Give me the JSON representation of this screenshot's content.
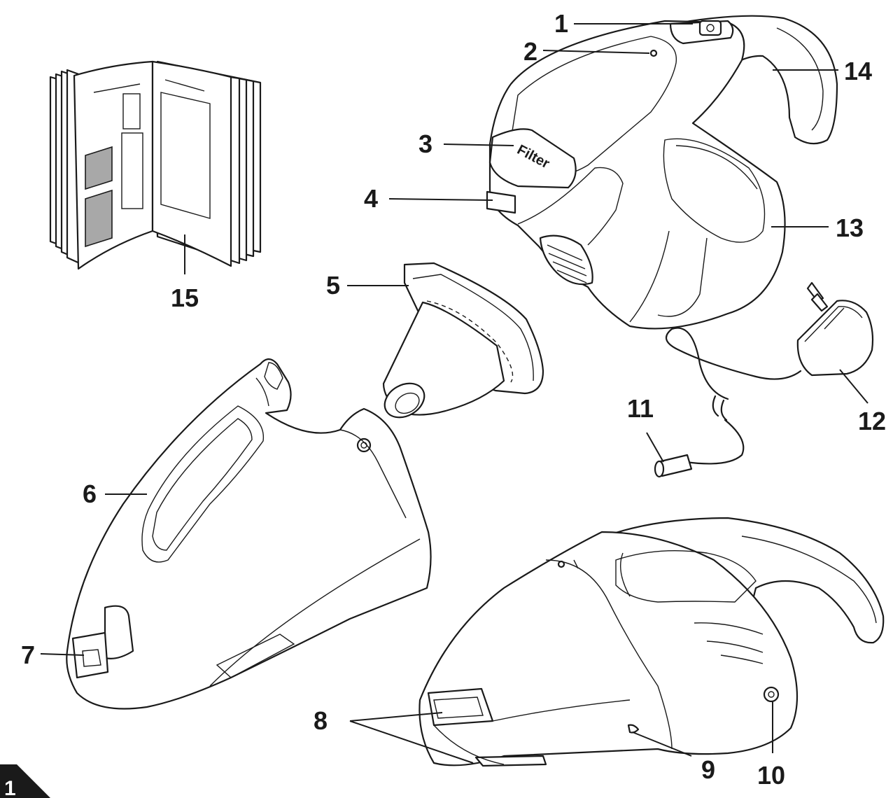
{
  "figure": {
    "number": "1",
    "accent": "#1a1a1a",
    "callouts": [
      {
        "id": "c1",
        "label": "1"
      },
      {
        "id": "c2",
        "label": "2"
      },
      {
        "id": "c3",
        "label": "3"
      },
      {
        "id": "c4",
        "label": "4"
      },
      {
        "id": "c5",
        "label": "5"
      },
      {
        "id": "c6",
        "label": "6"
      },
      {
        "id": "c7",
        "label": "7"
      },
      {
        "id": "c8",
        "label": "8"
      },
      {
        "id": "c9",
        "label": "9"
      },
      {
        "id": "c10",
        "label": "10"
      },
      {
        "id": "c11",
        "label": "11"
      },
      {
        "id": "c12",
        "label": "12"
      },
      {
        "id": "c13",
        "label": "13"
      },
      {
        "id": "c14",
        "label": "14"
      },
      {
        "id": "c15",
        "label": "15"
      }
    ],
    "filter_marking": "Filter"
  }
}
